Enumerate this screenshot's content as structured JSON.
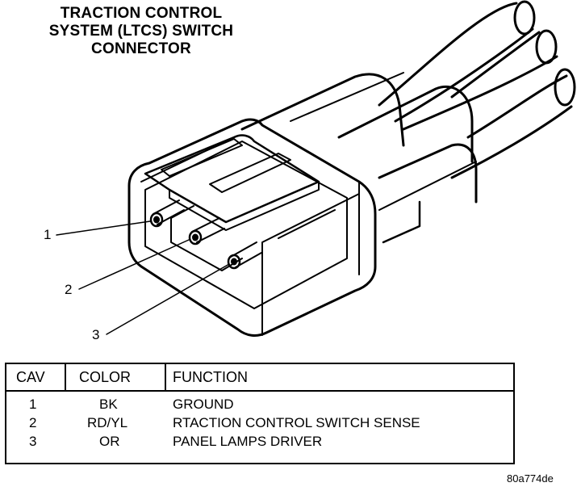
{
  "title": {
    "line1": "TRACTION CONTROL",
    "line2": "SYSTEM (LTCS) SWITCH",
    "line3": "CONNECTOR"
  },
  "callouts": [
    "1",
    "2",
    "3"
  ],
  "table": {
    "headers": [
      "CAV",
      "COLOR",
      "FUNCTION"
    ],
    "rows": [
      {
        "cav": "1",
        "color": "BK",
        "function": "GROUND"
      },
      {
        "cav": "2",
        "color": "RD/YL",
        "function": "RTACTION CONTROL SWITCH SENSE"
      },
      {
        "cav": "3",
        "color": "OR",
        "function": "PANEL LAMPS DRIVER"
      }
    ]
  },
  "figure_code": "80a774de"
}
